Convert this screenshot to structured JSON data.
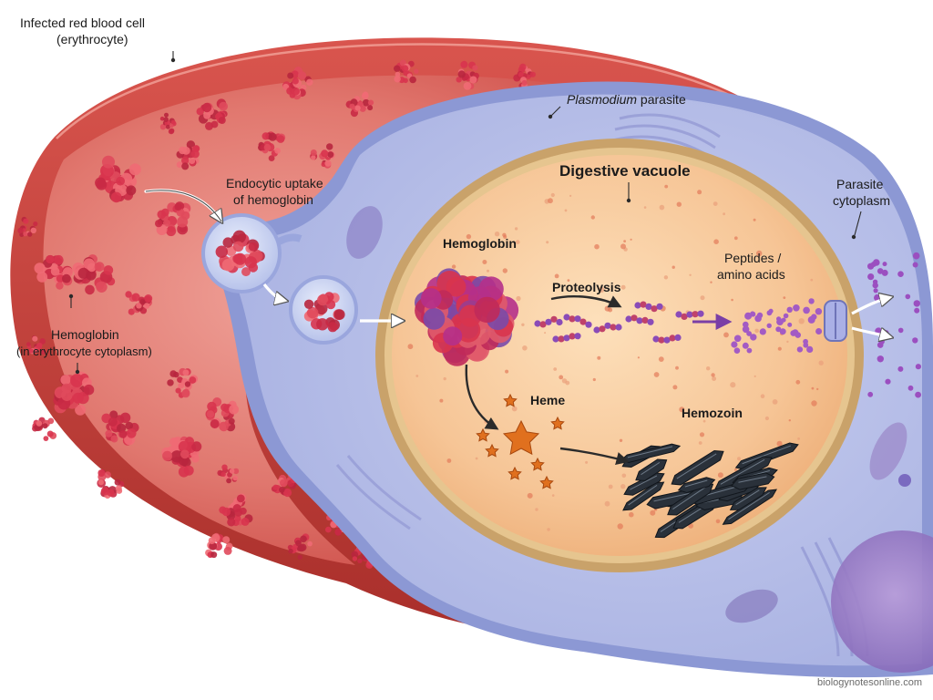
{
  "labels": {
    "rbc_line1": "Infected red blood cell",
    "rbc_line2": "(erythrocyte)",
    "parasite_name": "Plasmodium",
    "parasite_suffix": " parasite",
    "endocytic_line1": "Endocytic uptake",
    "endocytic_line2": "of hemoglobin",
    "digestive_vacuole": "Digestive vacuole",
    "parasite_cyto_line1": "Parasite",
    "parasite_cyto_line2": "cytoplasm",
    "hemoglobin_vacuole": "Hemoglobin",
    "proteolysis": "Proteolysis",
    "peptides_line1": "Peptides /",
    "peptides_line2": "amino acids",
    "heme": "Heme",
    "hemozoin": "Hemozoin",
    "hemoglobin_rbc_line1": "Hemoglobin",
    "hemoglobin_rbc_line2": "(in erythrocyte cytoplasm)"
  },
  "credit": "biologynotesonline.com",
  "colors": {
    "rbc_outer": "#c8403c",
    "rbc_inner": "#e8827a",
    "rbc_rim": "#b23530",
    "parasite_membrane": "#9aa6dd",
    "parasite_cytoplasm": "#b9c1ea",
    "vacuole_wall": "#d6b37a",
    "vacuole_inner": "#f6c99a",
    "hemoglobin": "#d8344e",
    "hemoglobin_purple": "#7a4aa8",
    "peptide": "#a35bc4",
    "heme": "#e0701e",
    "hemozoin": "#2a313a"
  }
}
